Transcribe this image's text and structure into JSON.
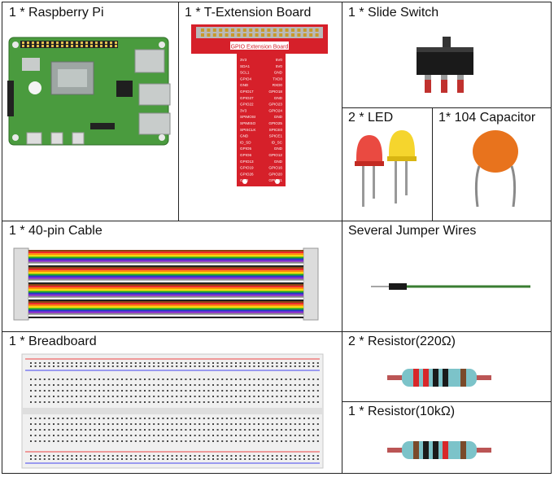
{
  "components": [
    {
      "id": "raspberry-pi",
      "label": "1 * Raspberry Pi"
    },
    {
      "id": "t-extension-board",
      "label": "1 * T-Extension Board",
      "board_title": "GPIO Extension Board",
      "pins_left": [
        "3V3",
        "SDA1",
        "SCL1",
        "GPIO4",
        "GND",
        "GPIO17",
        "GPIO27",
        "GPIO22",
        "3V3",
        "SPIMOSI",
        "SPIMISO",
        "SPISCLK",
        "GND",
        "ID_SD",
        "GPIO5",
        "GPIO6",
        "GPIO13",
        "GPIO19",
        "GPIO26",
        "GND"
      ],
      "pins_right": [
        "5V0",
        "5V0",
        "GND",
        "TXD0",
        "RXD0",
        "GPIO18",
        "GND",
        "GPIO23",
        "GPIO24",
        "GND",
        "GPIO25",
        "SPICE0",
        "SPICE1",
        "ID_SC",
        "GND",
        "GPIO12",
        "GND",
        "GPIO16",
        "GPIO20",
        "GPIO21"
      ]
    },
    {
      "id": "slide-switch",
      "label": "1 * Slide Switch"
    },
    {
      "id": "led",
      "label": "2 * LED"
    },
    {
      "id": "capacitor",
      "label": "1* 104 Capacitor"
    },
    {
      "id": "cable",
      "label": "1 * 40-pin Cable"
    },
    {
      "id": "jumper-wires",
      "label": "Several Jumper Wires"
    },
    {
      "id": "breadboard",
      "label": "1 * Breadboard"
    },
    {
      "id": "resistor-220",
      "label": "2 * Resistor(220Ω)"
    },
    {
      "id": "resistor-10k",
      "label": "1 * Resistor(10kΩ)"
    }
  ],
  "colors": {
    "border": "#222222",
    "pi_green": "#4a9b3e",
    "board_red": "#d6202a",
    "led_red": "#e8362c",
    "led_yellow": "#f4d322",
    "capacitor": "#e8731d",
    "wire_green": "#3a7d32"
  }
}
